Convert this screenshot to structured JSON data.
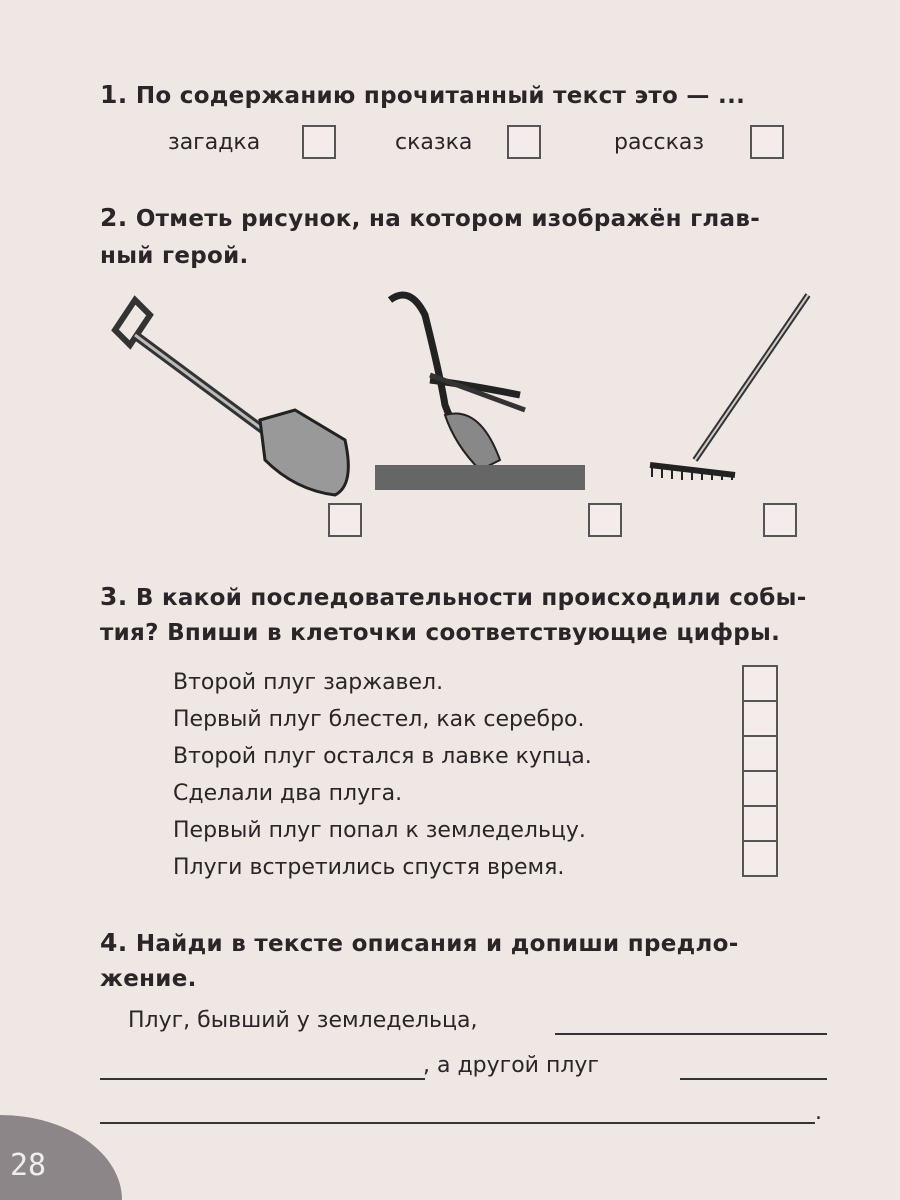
{
  "q1": {
    "number": "1.",
    "text": "По содержанию прочитанный текст это — ...",
    "options": [
      "загадка",
      "сказка",
      "рассказ"
    ]
  },
  "q2": {
    "number": "2.",
    "line1": "Отметь рисунок, на котором изображён глав-",
    "line2": "ный герой.",
    "pictures": [
      "shovel",
      "plough",
      "rake"
    ]
  },
  "q3": {
    "number": "3.",
    "line1": "В какой последовательности происходили собы-",
    "line2": "тия? Впиши в клеточки соответствующие цифры.",
    "events": [
      "Второй плуг заржавел.",
      "Первый плуг блестел, как серебро.",
      "Второй плуг остался в лавке купца.",
      "Сделали два плуга.",
      "Первый плуг попал к земледельцу.",
      "Плуги встретились спустя время."
    ]
  },
  "q4": {
    "number": "4.",
    "line1": "Найди в тексте описания и допиши предло-",
    "line2": "жение.",
    "sentence_start": "Плуг, бывший у земледельца,",
    "sentence_middle": ", а другой плуг",
    "sentence_end": "."
  },
  "page_number": "28"
}
